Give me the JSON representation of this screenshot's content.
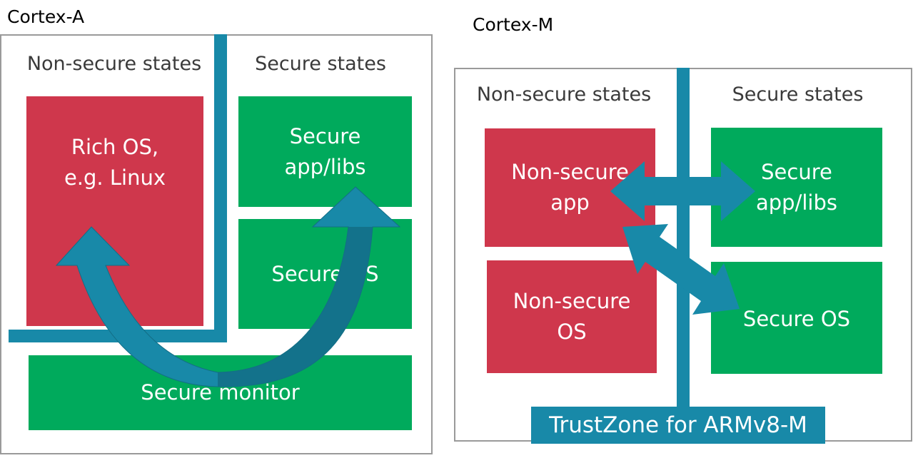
{
  "colors": {
    "nonsecure": "#cf374c",
    "secure": "#00aa5c",
    "trustzone": "#1889a8",
    "arrow_dark": "#136e86",
    "frame": "#9a9a9a"
  },
  "cortex_a": {
    "caption": "Cortex-A",
    "nonsecure_header": "Non-secure states",
    "secure_header": "Secure states",
    "rich_os": [
      "Rich OS,",
      "e.g. Linux"
    ],
    "secure_app": [
      "Secure",
      "app/libs"
    ],
    "secure_os": "Secure OS",
    "secure_monitor": "Secure monitor"
  },
  "cortex_m": {
    "caption": "Cortex-M",
    "nonsecure_header": "Non-secure states",
    "secure_header": "Secure states",
    "nonsecure_app": [
      "Non-secure",
      "app"
    ],
    "nonsecure_os": [
      "Non-secure",
      "OS"
    ],
    "secure_app": [
      "Secure",
      "app/libs"
    ],
    "secure_os": "Secure OS",
    "trustzone_label": "TrustZone for ARMv8-M"
  }
}
